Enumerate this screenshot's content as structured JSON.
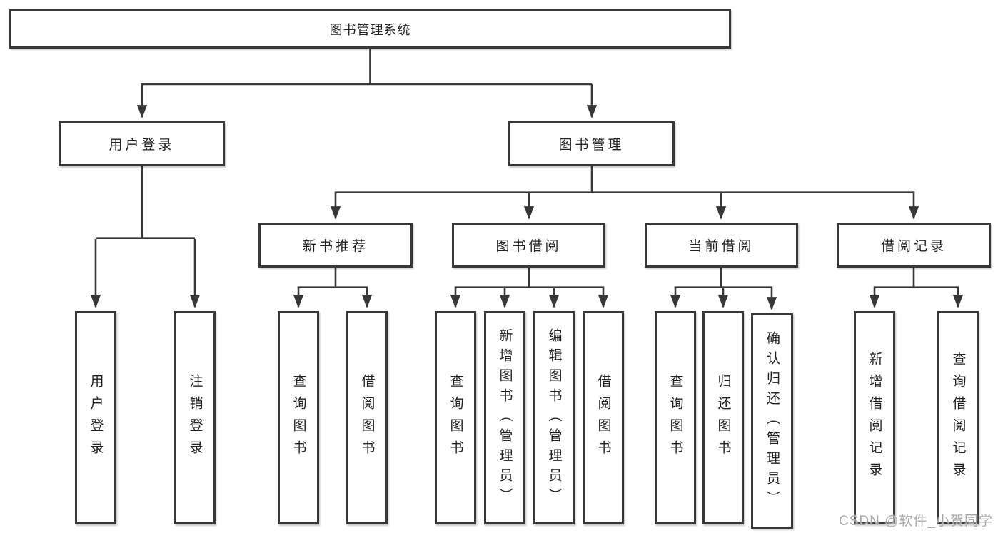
{
  "diagram_title": "图书管理系统",
  "tree": {
    "root": {
      "label": "图书管理系统"
    },
    "branches": [
      {
        "label": "用户登录",
        "children": [
          {
            "label": "用户登录"
          },
          {
            "label": "注销登录"
          }
        ]
      },
      {
        "label": "图书管理",
        "children": [
          {
            "label": "新书推荐",
            "children": [
              {
                "label": "查询图书"
              },
              {
                "label": "借阅图书"
              }
            ]
          },
          {
            "label": "图书借阅",
            "children": [
              {
                "label": "查询图书"
              },
              {
                "label": "新增图书（管理员）"
              },
              {
                "label": "编辑图书（管理员）"
              },
              {
                "label": "借阅图书"
              }
            ]
          },
          {
            "label": "当前借阅",
            "children": [
              {
                "label": "查询图书"
              },
              {
                "label": "归还图书"
              },
              {
                "label": "确认归还（管理员）"
              }
            ]
          },
          {
            "label": "借阅记录",
            "children": [
              {
                "label": "新增借阅记录"
              },
              {
                "label": "查询借阅记录"
              }
            ]
          }
        ]
      }
    ]
  },
  "watermark": {
    "text": "CSDN @软件_小贺同学"
  },
  "colors": {
    "line": "#383838",
    "box_border": "#383838",
    "text": "#222222",
    "background": "#ffffff",
    "watermark": "#a8a8a8"
  }
}
